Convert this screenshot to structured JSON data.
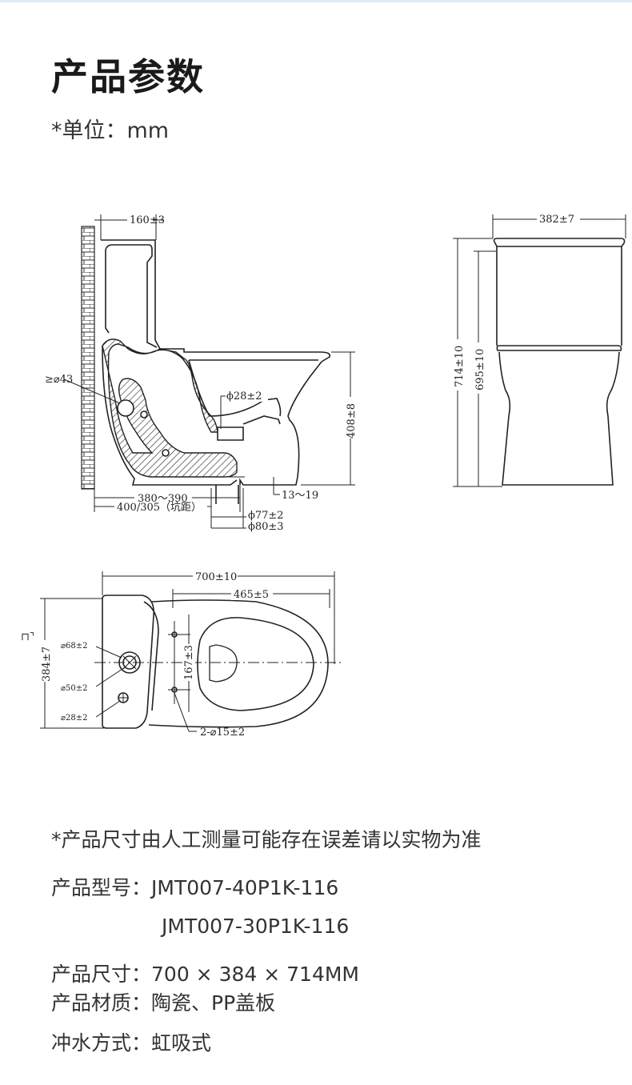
{
  "page": {
    "title": "产品参数",
    "unit": "*单位：mm"
  },
  "side_view": {
    "top_width": "160±3",
    "outlet_dia_min": "≥⌀43",
    "inlet_dia": "ϕ28±2",
    "height": "408±8",
    "rough_in_range": "380～390",
    "rough_in": "400/305（坑距）",
    "bottom_offset": "13～19",
    "drain_dia_1": "ϕ77±2",
    "drain_dia_2": "ϕ80±3"
  },
  "front_view": {
    "width": "382±7",
    "total_height": "714±10",
    "seat_height": "695±10"
  },
  "top_view": {
    "length": "700±10",
    "bowl_length": "465±5",
    "depth": "384±7",
    "hole_68": "⌀68±2",
    "hole_50": "⌀50±2",
    "hole_28": "⌀28±2",
    "bolt_spacing": "167±3",
    "bolt_holes": "2-⌀15±2",
    "corner_mark": "⊓⌝"
  },
  "notes": {
    "disclaimer": "*产品尺寸由人工测量可能存在误差请以实物为准"
  },
  "specs": {
    "model_label": "产品型号：",
    "model_1": "JMT007-40P1K-116",
    "model_2": "JMT007-30P1K-116",
    "size_label": "产品尺寸：",
    "size_value": "700 × 384 × 714MM",
    "material_label": "产品材质：",
    "material_value": "陶瓷、PP盖板",
    "flush_label": "冲水方式：",
    "flush_value": "虹吸式"
  },
  "colors": {
    "line": "#222222",
    "text": "#333333",
    "top_accent": "#d9eef3"
  }
}
